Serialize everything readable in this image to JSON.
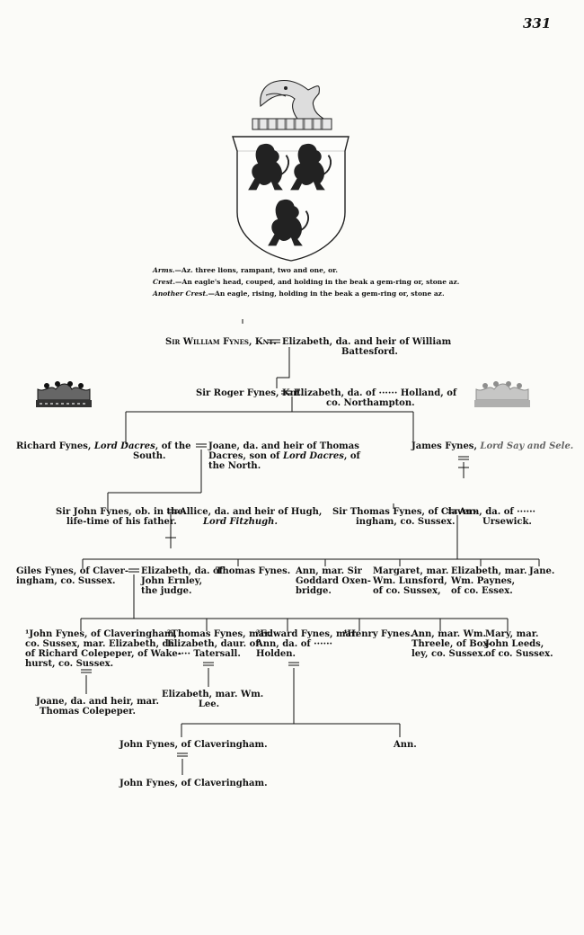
{
  "page_number": "331",
  "arms": {
    "line1_label": "Arms.",
    "line1_text": "—Az. three lions, rampant, two and one, or.",
    "line2_label": "Crest.",
    "line2_text": "—An eagle's head, couped, and holding in the beak a gem-ring or, stone az.",
    "line3_label": "Another Crest.",
    "line3_text": "—An eagle, rising, holding in the beak a gem-ring or, stone az."
  },
  "gen1": {
    "william": "Sir William Fynes, Knt.",
    "elizabeth_1": "Elizabeth, da. and heir of William",
    "elizabeth_2": "Battesford."
  },
  "gen2": {
    "roger": "Sir Roger Fynes, Knt.",
    "elizabeth_1": "Elizabeth, da. of ······ Holland, of",
    "elizabeth_2": "co. Northampton."
  },
  "gen3": {
    "richard_a": "Richard Fynes, ",
    "richard_title": "Lord Dacres",
    "richard_b": ", of the",
    "richard_2": "South.",
    "joane_1": "Joane, da. and heir of Thomas",
    "joane_2": "Dacres, son of ",
    "joane_2_title": "Lord Dacres",
    "joane_2_end": ", of",
    "joane_3": "the North.",
    "james_a": "James Fynes, ",
    "james_title": "Lord Say and Sele."
  },
  "gen4": {
    "john_1": "Sir John Fynes, ob. in the",
    "john_2": "life-time of his father.",
    "allice_1": "Allice, da. and heir of Hugh,",
    "allice_2": "Lord Fitzhugh.",
    "thomas_1": "Sir Thomas Fynes, of Claver-",
    "thomas_2": "ingham, co. Sussex.",
    "ann_1": "Ann, da. of ······",
    "ann_2": "Ursewick."
  },
  "gen5": {
    "giles_1": "Giles Fynes, of Claver-",
    "giles_2": "ingham, co. Sussex.",
    "elizabeth_1": "Elizabeth, da. of",
    "elizabeth_2": "John Ernley,",
    "elizabeth_3": "the judge.",
    "thomas": "Thomas Fynes.",
    "ann_1": "Ann, mar. Sir",
    "ann_2": "Goddard Oxen-",
    "ann_3": "bridge.",
    "margaret_1": "Margaret, mar.",
    "margaret_2": "Wm. Lunsford,",
    "margaret_3": "of co. Sussex,",
    "elizabeth2_1": "Elizabeth, mar.",
    "elizabeth2_2": "Wm. Paynes,",
    "elizabeth2_3": "of co. Essex.",
    "jane": "Jane."
  },
  "gen6": {
    "john_1": "¹John Fynes, of Claveringham,",
    "john_2": "co. Sussex, mar. Elizabeth, da.",
    "john_3": "of Richard Colepeper, of Wake-",
    "john_4": "hurst, co. Sussex.",
    "thomas_1": "²Thomas Fynes, mar.",
    "thomas_2": "Elizabeth, daur. of",
    "thomas_3": "···· Tatersall.",
    "edward_1": "³Edward Fynes, mar.",
    "edward_2": "Ann, da. of ······",
    "edward_3": "Holden.",
    "henry": "⁴Henry Fynes.",
    "ann_1": "Ann, mar. Wm.",
    "ann_2": "Threele, of Box-",
    "ann_3": "ley, co. Sussex.",
    "mary_1": "Mary, mar.",
    "mary_2": "John Leeds,",
    "mary_3": "of co. Sussex."
  },
  "gen7": {
    "joane_1": "Joane, da. and heir, mar.",
    "joane_2": "Thomas Colepeper.",
    "elizabeth_1": "Elizabeth, mar. Wm.",
    "elizabeth_2": "Lee."
  },
  "gen8": {
    "john": "John Fynes, of Claveringham.",
    "ann": "Ann."
  },
  "gen9": {
    "john": "John Fynes, of Claveringham."
  }
}
